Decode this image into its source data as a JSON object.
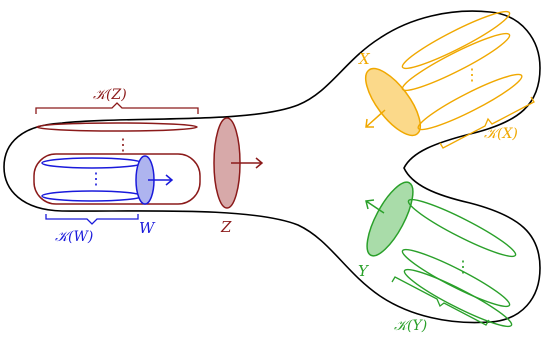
{
  "labels": {
    "X": "X",
    "Y": "Y",
    "Z": "Z",
    "W": "W",
    "KZ": "𝒦(Z)",
    "KW": "𝒦(W)",
    "KX": "𝒦(X)",
    "KY": "𝒦(Y)",
    "dots": "⋮"
  },
  "colors": {
    "outline": "#000000",
    "X": "#f0a800",
    "X_fill": "#fbd98a",
    "Y": "#2aa02a",
    "Y_fill": "#a9dca9",
    "Z": "#8b1a1a",
    "Z_fill": "#d7a9a9",
    "W": "#1a1adb",
    "W_fill": "#aeb4ef"
  }
}
